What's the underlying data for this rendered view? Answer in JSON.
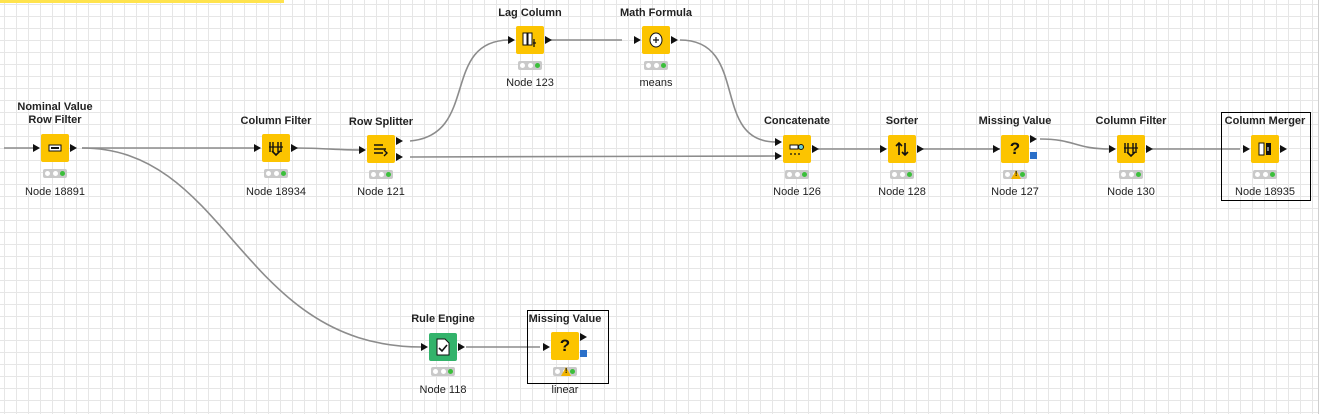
{
  "workflow": {
    "nodes": [
      {
        "id": "n18891",
        "title": "Nominal Value\nRow Filter",
        "label": "Node 18891",
        "icon": "row-filter-icon",
        "color": "#fcc400"
      },
      {
        "id": "n18934",
        "title": "Column Filter",
        "label": "Node 18934",
        "icon": "column-filter-icon",
        "color": "#fcc400"
      },
      {
        "id": "n121",
        "title": "Row Splitter",
        "label": "Node 121",
        "icon": "row-splitter-icon",
        "color": "#fcc400"
      },
      {
        "id": "n123",
        "title": "Lag Column",
        "label": "Node 123",
        "icon": "lag-column-icon",
        "color": "#fcc400"
      },
      {
        "id": "nmeans",
        "title": "Math Formula",
        "label": "means",
        "icon": "math-formula-icon",
        "color": "#fcc400"
      },
      {
        "id": "n126",
        "title": "Concatenate",
        "label": "Node 126",
        "icon": "concatenate-icon",
        "color": "#fcc400"
      },
      {
        "id": "n128",
        "title": "Sorter",
        "label": "Node 128",
        "icon": "sorter-icon",
        "color": "#fcc400"
      },
      {
        "id": "n127",
        "title": "Missing Value",
        "label": "Node 127",
        "icon": "missing-value-icon",
        "color": "#fcc400",
        "warning": true
      },
      {
        "id": "n130",
        "title": "Column Filter",
        "label": "Node 130",
        "icon": "column-filter-icon",
        "color": "#fcc400"
      },
      {
        "id": "n18935",
        "title": "Column Merger",
        "label": "Node 18935",
        "icon": "column-merger-icon",
        "color": "#fcc400",
        "selected": true
      },
      {
        "id": "n118",
        "title": "Rule Engine",
        "label": "Node 118",
        "icon": "rule-engine-icon",
        "color": "#33b36b"
      },
      {
        "id": "nlinear",
        "title": "Missing Value",
        "label": "linear",
        "icon": "missing-value-icon",
        "color": "#fcc400",
        "warning": true,
        "selected": true
      }
    ],
    "colors": {
      "accent": "#fcc400",
      "green": "#33b36b",
      "wire": "#8c8c8c",
      "grid": "#e6e6e6",
      "flow_port": "#2a6fc8"
    }
  }
}
